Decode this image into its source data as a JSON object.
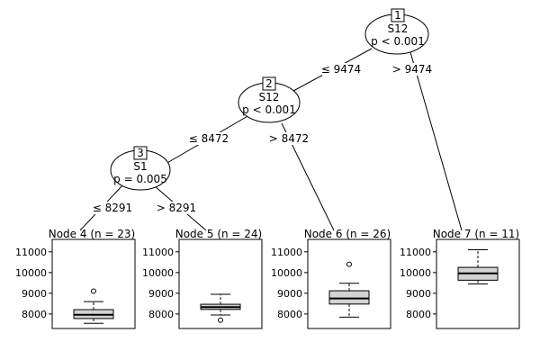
{
  "tree": {
    "inner_nodes": [
      {
        "id": "1",
        "variable": "S12",
        "p_text": "p < 0.001"
      },
      {
        "id": "2",
        "variable": "S12",
        "p_text": "p < 0.001"
      },
      {
        "id": "3",
        "variable": "S1",
        "p_text": "p = 0.005"
      }
    ],
    "edges": [
      {
        "from": "1",
        "to": "2",
        "label": "≤ 9474"
      },
      {
        "from": "1",
        "to": "7",
        "label": "> 9474"
      },
      {
        "from": "2",
        "to": "3",
        "label": "≤ 8472"
      },
      {
        "from": "2",
        "to": "6",
        "label": "> 8472"
      },
      {
        "from": "3",
        "to": "4",
        "label": "≤ 8291"
      },
      {
        "from": "3",
        "to": "5",
        "label": "> 8291"
      }
    ],
    "terminal_nodes": [
      {
        "id": "4",
        "title": "Node 4 (n = 23)"
      },
      {
        "id": "5",
        "title": "Node 5 (n = 24)"
      },
      {
        "id": "6",
        "title": "Node 6 (n = 26)"
      },
      {
        "id": "7",
        "title": "Node 7 (n = 11)"
      }
    ]
  },
  "chart_data": {
    "type": "boxplot",
    "y_ticks": [
      8000,
      9000,
      10000,
      11000
    ],
    "ylim": [
      7300,
      11600
    ],
    "series": [
      {
        "node": "4",
        "n": 23,
        "whisker_low": 7550,
        "q1": 7780,
        "median": 7960,
        "q3": 8210,
        "whisker_high": 8600,
        "outliers": [
          9100
        ]
      },
      {
        "node": "5",
        "n": 24,
        "whisker_low": 7950,
        "q1": 8220,
        "median": 8330,
        "q3": 8470,
        "whisker_high": 8950,
        "outliers": [
          7700
        ]
      },
      {
        "node": "6",
        "n": 26,
        "whisker_low": 7850,
        "q1": 8480,
        "median": 8750,
        "q3": 9120,
        "whisker_high": 9480,
        "outliers": [
          10400
        ]
      },
      {
        "node": "7",
        "n": 11,
        "whisker_low": 9450,
        "q1": 9630,
        "median": 9960,
        "q3": 10250,
        "whisker_high": 11100,
        "outliers": []
      }
    ]
  }
}
